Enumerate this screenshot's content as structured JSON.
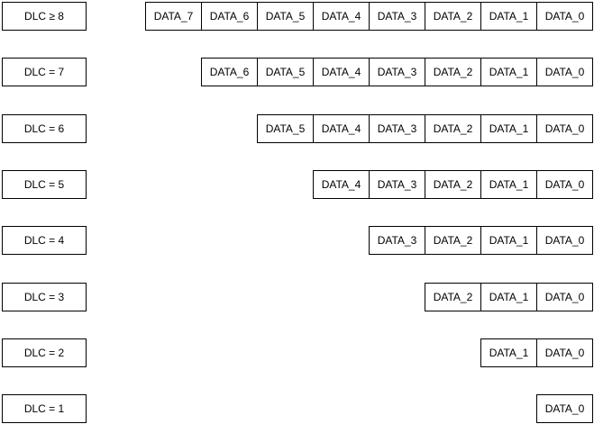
{
  "rows": [
    {
      "dlc_label": "DLC ≥ 8",
      "cells": [
        "DATA_7",
        "DATA_6",
        "DATA_5",
        "DATA_4",
        "DATA_3",
        "DATA_2",
        "DATA_1",
        "DATA_0"
      ]
    },
    {
      "dlc_label": "DLC = 7",
      "cells": [
        "DATA_6",
        "DATA_5",
        "DATA_4",
        "DATA_3",
        "DATA_2",
        "DATA_1",
        "DATA_0"
      ]
    },
    {
      "dlc_label": "DLC = 6",
      "cells": [
        "DATA_5",
        "DATA_4",
        "DATA_3",
        "DATA_2",
        "DATA_1",
        "DATA_0"
      ]
    },
    {
      "dlc_label": "DLC = 5",
      "cells": [
        "DATA_4",
        "DATA_3",
        "DATA_2",
        "DATA_1",
        "DATA_0"
      ]
    },
    {
      "dlc_label": "DLC = 4",
      "cells": [
        "DATA_3",
        "DATA_2",
        "DATA_1",
        "DATA_0"
      ]
    },
    {
      "dlc_label": "DLC = 3",
      "cells": [
        "DATA_2",
        "DATA_1",
        "DATA_0"
      ]
    },
    {
      "dlc_label": "DLC = 2",
      "cells": [
        "DATA_1",
        "DATA_0"
      ]
    },
    {
      "dlc_label": "DLC = 1",
      "cells": [
        "DATA_0"
      ]
    }
  ]
}
